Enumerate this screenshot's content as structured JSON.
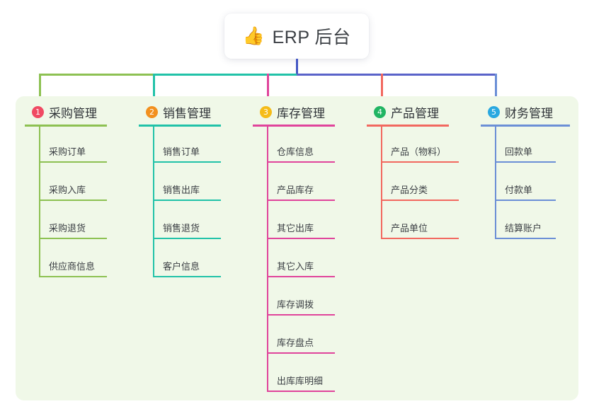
{
  "root": {
    "icon": "thumbs-up-icon",
    "emoji": "👍",
    "title": "ERP 后台"
  },
  "palette": {
    "page_bg": "#ffffff",
    "panel_bg": "#f0f8e8",
    "trunk": "#4457c4",
    "text": "#3b3f44"
  },
  "columns": [
    {
      "number": "1",
      "title": "采购管理",
      "badge_color": "#f04a63",
      "line_color": "#8dc152",
      "items": [
        {
          "label": "采购订单"
        },
        {
          "label": "采购入库"
        },
        {
          "label": "采购退货"
        },
        {
          "label": "供应商信息"
        }
      ]
    },
    {
      "number": "2",
      "title": "销售管理",
      "badge_color": "#f2901f",
      "line_color": "#21c2a8",
      "items": [
        {
          "label": "销售订单"
        },
        {
          "label": "销售出库"
        },
        {
          "label": "销售退货"
        },
        {
          "label": "客户信息"
        }
      ]
    },
    {
      "number": "3",
      "title": "库存管理",
      "badge_color": "#f5bc18",
      "line_color": "#e0449b",
      "items": [
        {
          "label": "仓库信息"
        },
        {
          "label": "产品库存"
        },
        {
          "label": "其它出库"
        },
        {
          "label": "其它入库"
        },
        {
          "label": "库存调拨"
        },
        {
          "label": "库存盘点"
        },
        {
          "label": "出库库明细"
        }
      ]
    },
    {
      "number": "4",
      "title": "产品管理",
      "badge_color": "#21b563",
      "line_color": "#f2685f",
      "items": [
        {
          "label": "产品（物料）"
        },
        {
          "label": "产品分类"
        },
        {
          "label": "产品单位"
        }
      ]
    },
    {
      "number": "5",
      "title": "财务管理",
      "badge_color": "#29a8e0",
      "line_color": "#6b8fd6",
      "items": [
        {
          "label": "回款单"
        },
        {
          "label": "付款单"
        },
        {
          "label": "结算账户"
        }
      ]
    }
  ],
  "connectors": {
    "bar_segments": [
      {
        "name": "segment-purchasing",
        "color": "#8dc152"
      },
      {
        "name": "segment-sales",
        "color": "#21c2a8"
      },
      {
        "name": "segment-right",
        "color": "#5a63c9"
      }
    ]
  }
}
